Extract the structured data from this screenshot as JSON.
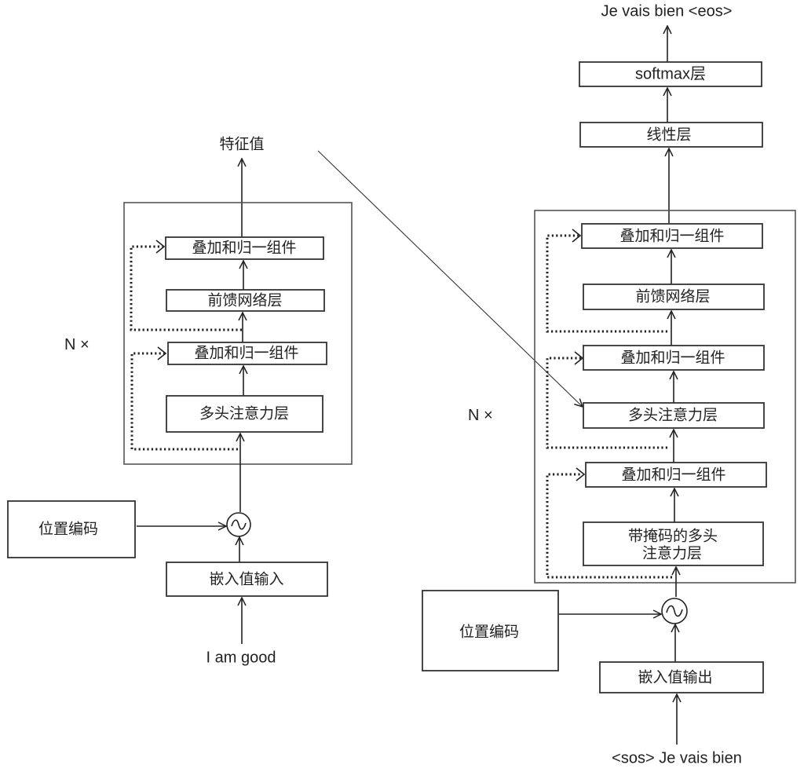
{
  "encoder": {
    "output_label": "特征值",
    "repeat_label": "N ×",
    "layers": {
      "add_norm_top": "叠加和归一组件",
      "feed_forward": "前馈网络层",
      "add_norm_bottom": "叠加和归一组件",
      "multi_head_attention": "多头注意力层"
    },
    "positional_encoding": "位置编码",
    "embedding": "嵌入值输入",
    "input_text": "I am good",
    "sum_symbol": "∼"
  },
  "decoder": {
    "output_text": "Je vais bien <eos>",
    "softmax": "softmax层",
    "linear": "线性层",
    "repeat_label": "N ×",
    "layers": {
      "add_norm_top": "叠加和归一组件",
      "feed_forward": "前馈网络层",
      "add_norm_middle": "叠加和归一组件",
      "multi_head_attention": "多头注意力层",
      "add_norm_bottom": "叠加和归一组件",
      "masked_attention_line1": "带掩码的多头",
      "masked_attention_line2": "注意力层"
    },
    "positional_encoding": "位置编码",
    "embedding": "嵌入值输出",
    "input_text": "<sos> Je vais bien",
    "sum_symbol": "∼"
  }
}
